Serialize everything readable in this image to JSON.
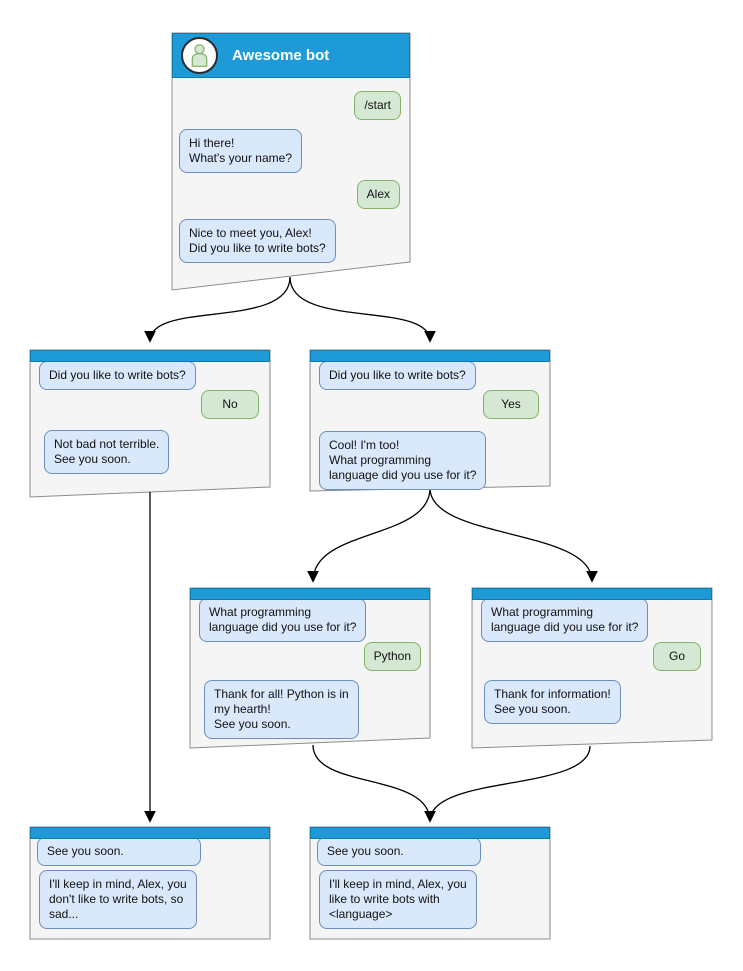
{
  "colors": {
    "titlebar_blue": "#1e9bd7",
    "titlebar_border": "#0d7ab0",
    "bot_bubble_fill": "#dae8fc",
    "bot_bubble_border": "#6c8ebf",
    "user_bubble_fill": "#d5e8d4",
    "user_bubble_border": "#82b366",
    "window_fill": "#f5f5f5",
    "window_border": "#8c8c8c",
    "connector": "#000000"
  },
  "windows": {
    "main": {
      "title": "Awesome bot",
      "messages": {
        "m1": "/start",
        "m2": "Hi there!\nWhat's your name?",
        "m3": "Alex",
        "m4": "Nice to meet you, Alex!\nDid you like to write bots?"
      }
    },
    "branch_no": {
      "m1": "Did you like to write bots?",
      "m2": "No",
      "m3": "Not bad not terrible.\nSee you soon."
    },
    "branch_yes": {
      "m1": "Did you like to write bots?",
      "m2": "Yes",
      "m3": "Cool! I'm too!\nWhat programming\nlanguage did you use for it?"
    },
    "branch_python": {
      "m1": "What programming\nlanguage did you use for it?",
      "m2": "Python",
      "m3": "Thank for all! Python is in\nmy hearth!\nSee you soon."
    },
    "branch_go": {
      "m1": "What programming\nlanguage did you use for it?",
      "m2": "Go",
      "m3": "Thank for information!\nSee you soon."
    },
    "end_no": {
      "m1": "See you soon.",
      "m2": "I'll keep in mind, Alex, you\ndon't like to write bots, so\nsad..."
    },
    "end_yes": {
      "m1": "See you soon.",
      "m2": "I'll keep in mind, Alex, you\nlike to write bots with\n<language>"
    }
  }
}
